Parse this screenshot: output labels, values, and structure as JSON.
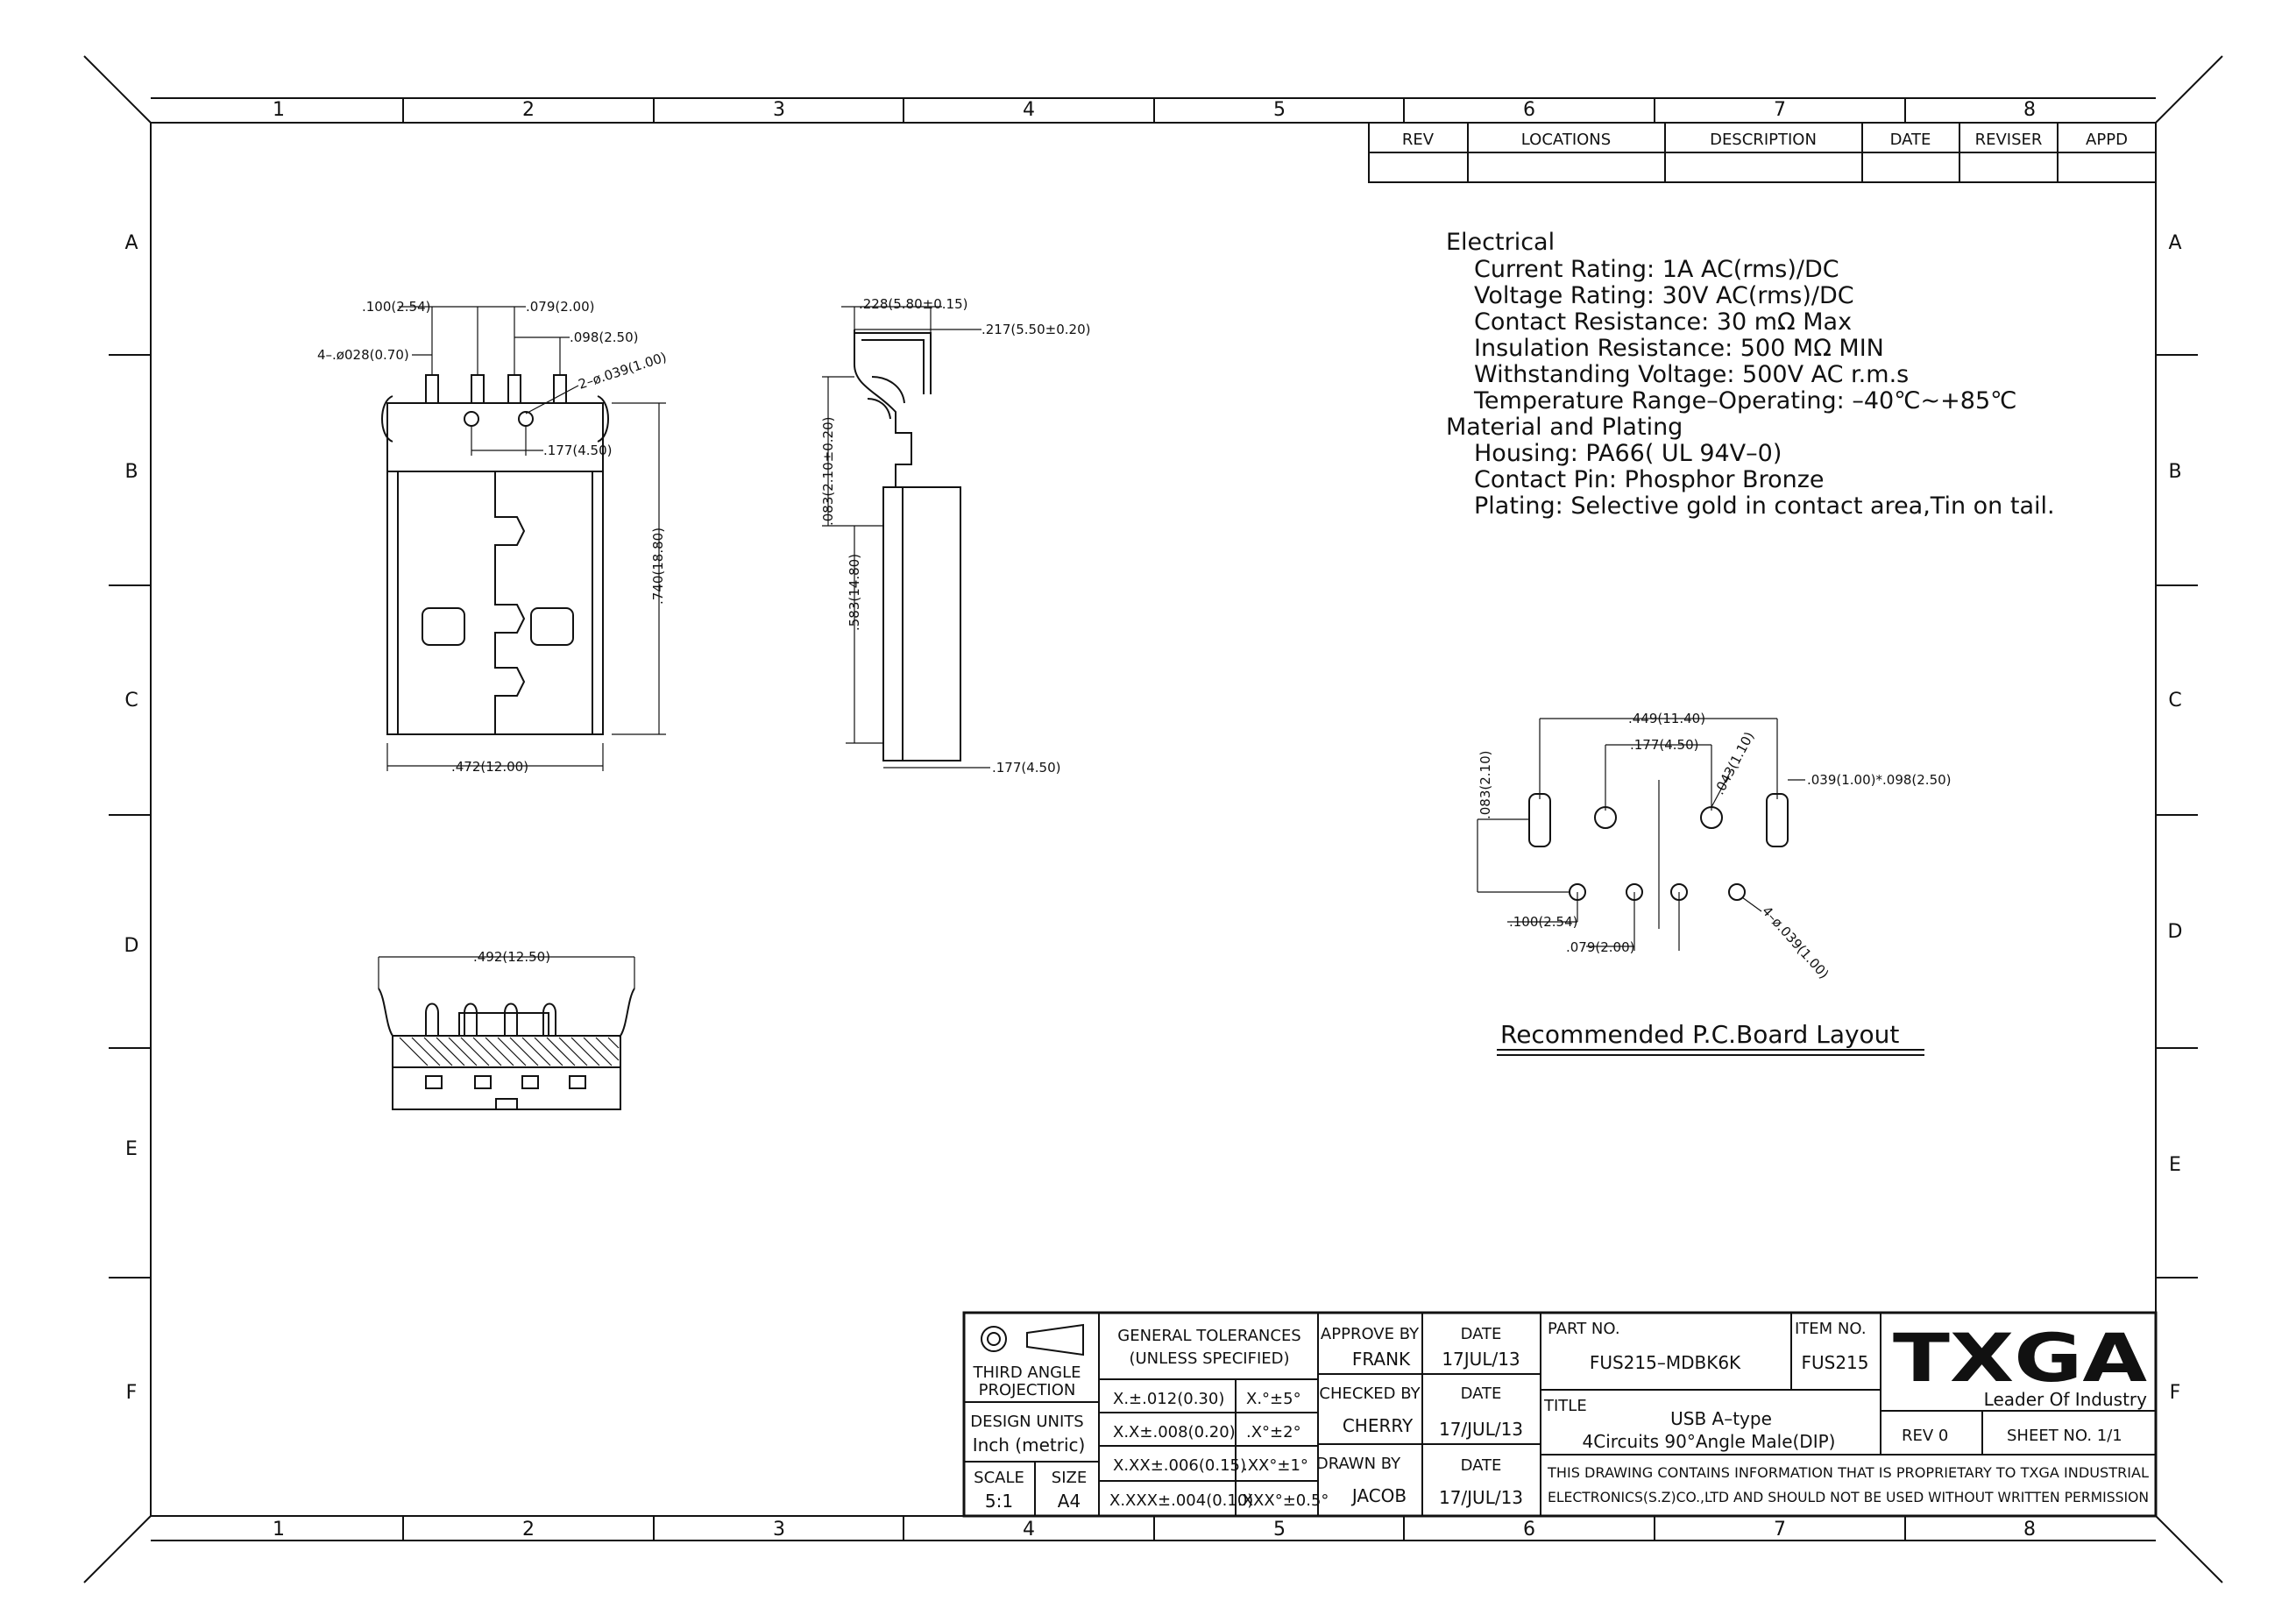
{
  "frame": {
    "cols": [
      "1",
      "2",
      "3",
      "4",
      "5",
      "6",
      "7",
      "8"
    ],
    "rows": [
      "A",
      "B",
      "C",
      "D",
      "E",
      "F"
    ]
  },
  "revision_table": {
    "headers": [
      "REV",
      "LOCATIONS",
      "DESCRIPTION",
      "DATE",
      "REVISER",
      "APPD"
    ]
  },
  "specs": {
    "electrical_heading": "Electrical",
    "current_rating": "Current Rating: 1A AC(rms)/DC",
    "voltage_rating": "Voltage Rating: 30V AC(rms)/DC",
    "contact_resistance": "Contact Resistance: 30 mΩ Max",
    "insulation_resistance": "Insulation Resistance: 500 MΩ MIN",
    "withstanding_voltage": "Withstanding Voltage: 500V AC r.m.s",
    "temperature_range": "Temperature Range–Operating: –40℃~+85℃",
    "material_heading": "Material and Plating",
    "housing": "Housing: PA66( UL 94V–0)",
    "contact_pin": "Contact Pin: Phosphor Bronze",
    "plating": "Plating: Selective gold in contact area,Tin on tail."
  },
  "front_view": {
    "dim_pitch": ".100(2.54)",
    "dim_pin_pitch": ".079(2.00)",
    "dim_pin_hole": "4–.ø028(0.70)",
    "dim_pin_spacing": ".098(2.50)",
    "dim_peg": "2–ø.039(1.00)",
    "dim_peg_spacing": ".177(4.50)",
    "dim_height": ".740(18.80)",
    "dim_width": ".472(12.00)"
  },
  "side_view": {
    "dim_top_a": ".228(5.80±0.15)",
    "dim_top_b": ".217(5.50±0.20)",
    "dim_v1": ".083(2.10±0.20)",
    "dim_v2": ".583(14.80)",
    "dim_bottom": ".177(4.50)"
  },
  "end_view": {
    "dim_width": ".492(12.50)"
  },
  "pcb_layout": {
    "title": "Recommended P.C.Board Layout",
    "dim_total": ".449(11.40)",
    "dim_peg_spacing": ".177(4.50)",
    "dim_peg_hole": ".043(1.10)",
    "dim_slot": ".039(1.00)*.098(2.50)",
    "dim_vertical": ".083(2.10)",
    "dim_pitch": ".100(2.54)",
    "dim_pin_pitch": ".079(2.00)",
    "dim_pin_holes": "4–ø.039(1.00)"
  },
  "title_block": {
    "projection_line1": "THIRD ANGLE",
    "projection_line2": "PROJECTION",
    "design_units_label": "DESIGN UNITS",
    "design_units_value": "Inch (metric)",
    "scale_label": "SCALE",
    "scale_value": "5:1",
    "size_label": "SIZE",
    "size_value": "A4",
    "tolerance_header1": "GENERAL TOLERANCES",
    "tolerance_header2": "(UNLESS SPECIFIED)",
    "tol_1": "X.±.012(0.30)",
    "tol_2": "X.X±.008(0.20)",
    "tol_3": "X.XX±.006(0.15)",
    "tol_4": "X.XXX±.004(0.10)",
    "ang_1": "X.°±5°",
    "ang_2": ".X°±2°",
    "ang_3": ".XX°±1°",
    "ang_4": ".XXX°±0.5°",
    "approve_label": "APPROVE BY",
    "approve_name": "FRANK",
    "checked_label": "CHECKED BY",
    "checked_name": "CHERRY",
    "drawn_label": "DRAWN BY",
    "drawn_name": "JACOB",
    "date_label": "DATE",
    "date_1": "17JUL/13",
    "date_2": "17/JUL/13",
    "date_3": "17/JUL/13",
    "part_no_label": "PART NO.",
    "part_no": "FUS215–MDBK6K",
    "item_no_label": "ITEM NO.",
    "item_no": "FUS215",
    "title_label": "TITLE",
    "title_line1": "USB A–type",
    "title_line2": "4Circuits 90°Angle Male(DIP)",
    "rev": "REV 0",
    "sheet": "SHEET NO. 1/1",
    "notice_line1": "THIS DRAWING CONTAINS INFORMATION THAT IS PROPRIETARY TO TXGA INDUSTRIAL",
    "notice_line2": "ELECTRONICS(S.Z)CO.,LTD AND SHOULD NOT BE USED WITHOUT WRITTEN PERMISSION",
    "logo_text": "TXGA",
    "tagline": "Leader Of Industry"
  }
}
